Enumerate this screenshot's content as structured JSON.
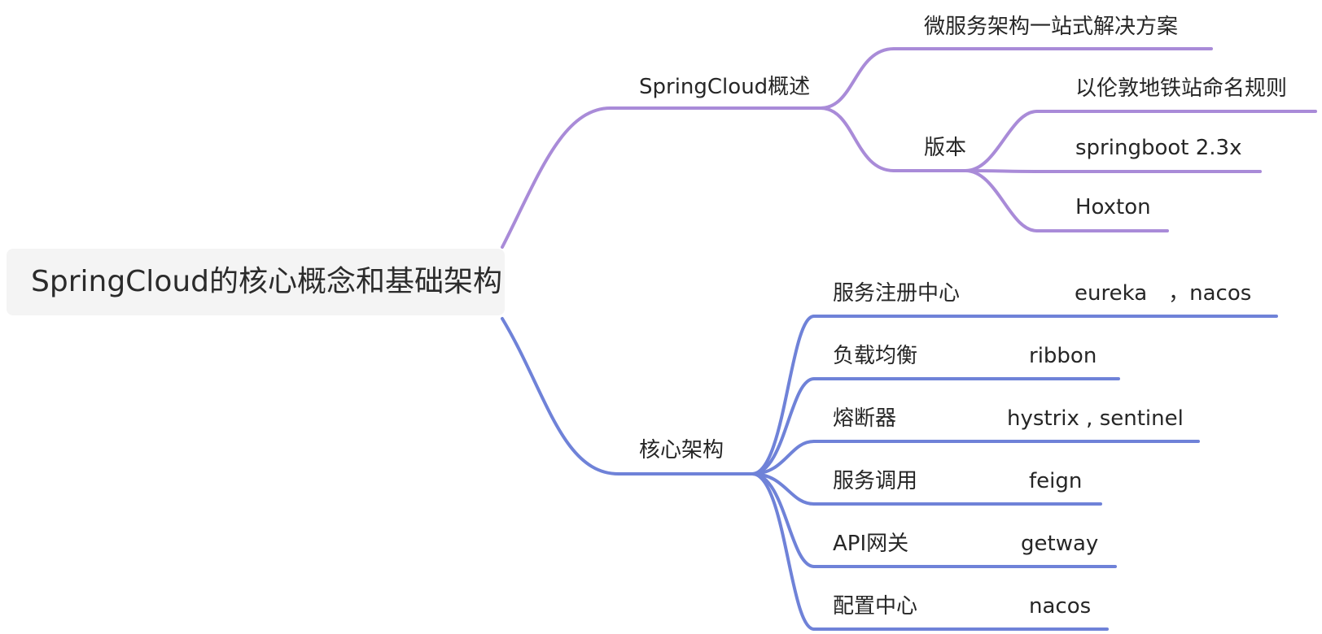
{
  "mindmap": {
    "root": {
      "label": "SpringCloud的核心概念和基础架构"
    },
    "branches": [
      {
        "label": "SpringCloud概述",
        "color": "#a98bd8",
        "children": [
          {
            "label": "微服务架构一站式解决方案"
          },
          {
            "label": "版本",
            "children": [
              {
                "label": "以伦敦地铁站命名规则"
              },
              {
                "label": "springboot 2.3x"
              },
              {
                "label": "Hoxton"
              }
            ]
          }
        ]
      },
      {
        "label": "核心架构",
        "color": "#6f82d8",
        "children": [
          {
            "label": "服务注册中心",
            "children": [
              {
                "label": "eureka　，nacos"
              }
            ]
          },
          {
            "label": "负载均衡",
            "children": [
              {
                "label": "ribbon"
              }
            ]
          },
          {
            "label": "熔断器",
            "children": [
              {
                "label": "hystrix , sentinel"
              }
            ]
          },
          {
            "label": "服务调用",
            "children": [
              {
                "label": "feign"
              }
            ]
          },
          {
            "label": "API网关",
            "children": [
              {
                "label": "getway"
              }
            ]
          },
          {
            "label": "配置中心",
            "children": [
              {
                "label": "nacos"
              }
            ]
          }
        ]
      }
    ]
  }
}
